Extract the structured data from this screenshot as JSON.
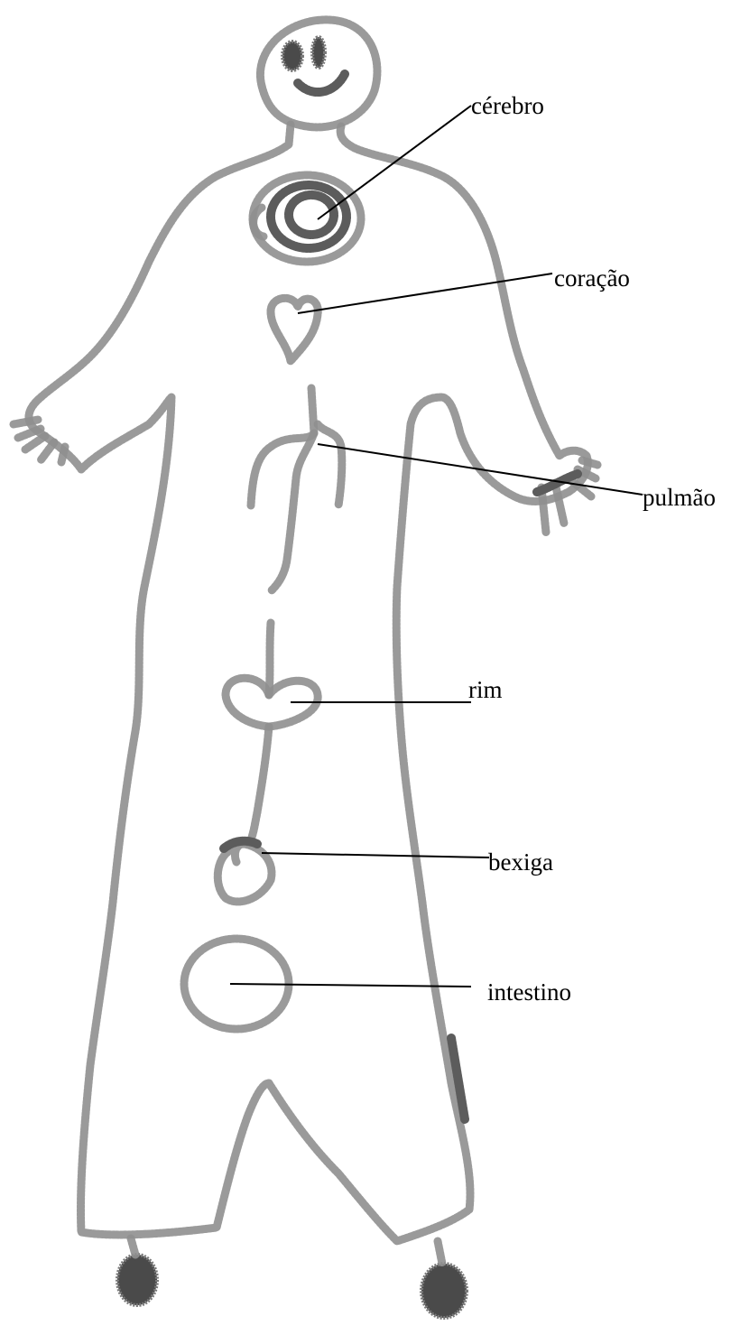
{
  "labels": {
    "cerebro": "cérebro",
    "coracao": "coração",
    "pulmao": "pulmão",
    "rim": "rim",
    "bexiga": "bexiga",
    "intestino": "intestino"
  },
  "colors": {
    "crayon": "#8f8f8f",
    "crayon_dark": "#4a4a4a",
    "leader_line": "#000000",
    "background": "#ffffff"
  }
}
